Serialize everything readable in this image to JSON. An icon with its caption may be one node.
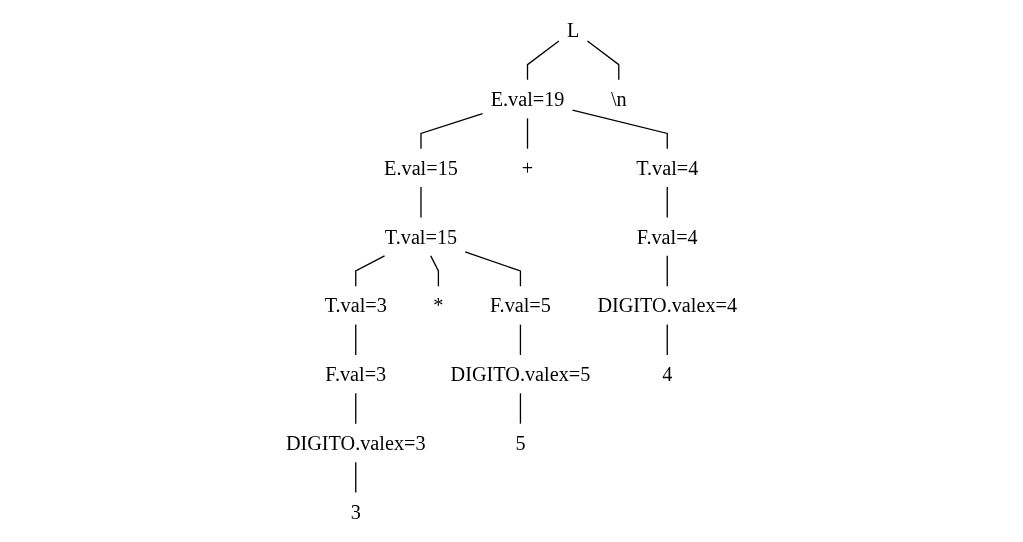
{
  "diagram": {
    "nodes": [
      {
        "text": [
          "L"
        ]
      },
      {
        "text": [
          "E.val=19"
        ]
      },
      {
        "text": [
          "E.val=15"
        ]
      },
      {
        "text": [
          "T.val=15"
        ]
      },
      {
        "text": [
          "T.val=3"
        ]
      },
      {
        "text": [
          "T.val=4"
        ]
      },
      {
        "text": [
          "F.val=3"
        ]
      },
      {
        "text": [
          "F.val=5"
        ]
      },
      {
        "text": [
          "F.val=4"
        ]
      },
      {
        "text": [
          "DIGITO.valex=3"
        ]
      },
      {
        "text": [
          "DIGITO.valex=5"
        ]
      },
      {
        "text": [
          "DIGITO.valex=4"
        ]
      },
      {
        "text": [
          "3"
        ]
      },
      {
        "text": [
          "*"
        ]
      },
      {
        "text": [
          "5"
        ]
      },
      {
        "text": [
          "+"
        ]
      },
      {
        "text": [
          "4"
        ]
      },
      {
        "text": [
          "\\n"
        ]
      }
    ],
    "edges": [
      {
        "from": 0,
        "to": 1,
        "arrow": "none"
      },
      {
        "from": 0,
        "to": 17,
        "arrow": "none"
      },
      {
        "from": 1,
        "to": 2,
        "arrow": "none"
      },
      {
        "from": 1,
        "to": 15,
        "arrow": "none"
      },
      {
        "from": 1,
        "to": 5,
        "arrow": "none"
      },
      {
        "from": 2,
        "to": 3,
        "arrow": "none"
      },
      {
        "from": 3,
        "to": 4,
        "arrow": "none"
      },
      {
        "from": 3,
        "to": 13,
        "arrow": "none"
      },
      {
        "from": 3,
        "to": 7,
        "arrow": "none"
      },
      {
        "from": 4,
        "to": 6,
        "arrow": "none"
      },
      {
        "from": 6,
        "to": 9,
        "arrow": "none"
      },
      {
        "from": 9,
        "to": 12,
        "arrow": "none"
      },
      {
        "from": 7,
        "to": 10,
        "arrow": "none"
      },
      {
        "from": 10,
        "to": 14,
        "arrow": "none"
      },
      {
        "from": 5,
        "to": 8,
        "arrow": "none"
      },
      {
        "from": 8,
        "to": 11,
        "arrow": "none"
      },
      {
        "from": 11,
        "to": 16,
        "arrow": "none"
      }
    ]
  }
}
